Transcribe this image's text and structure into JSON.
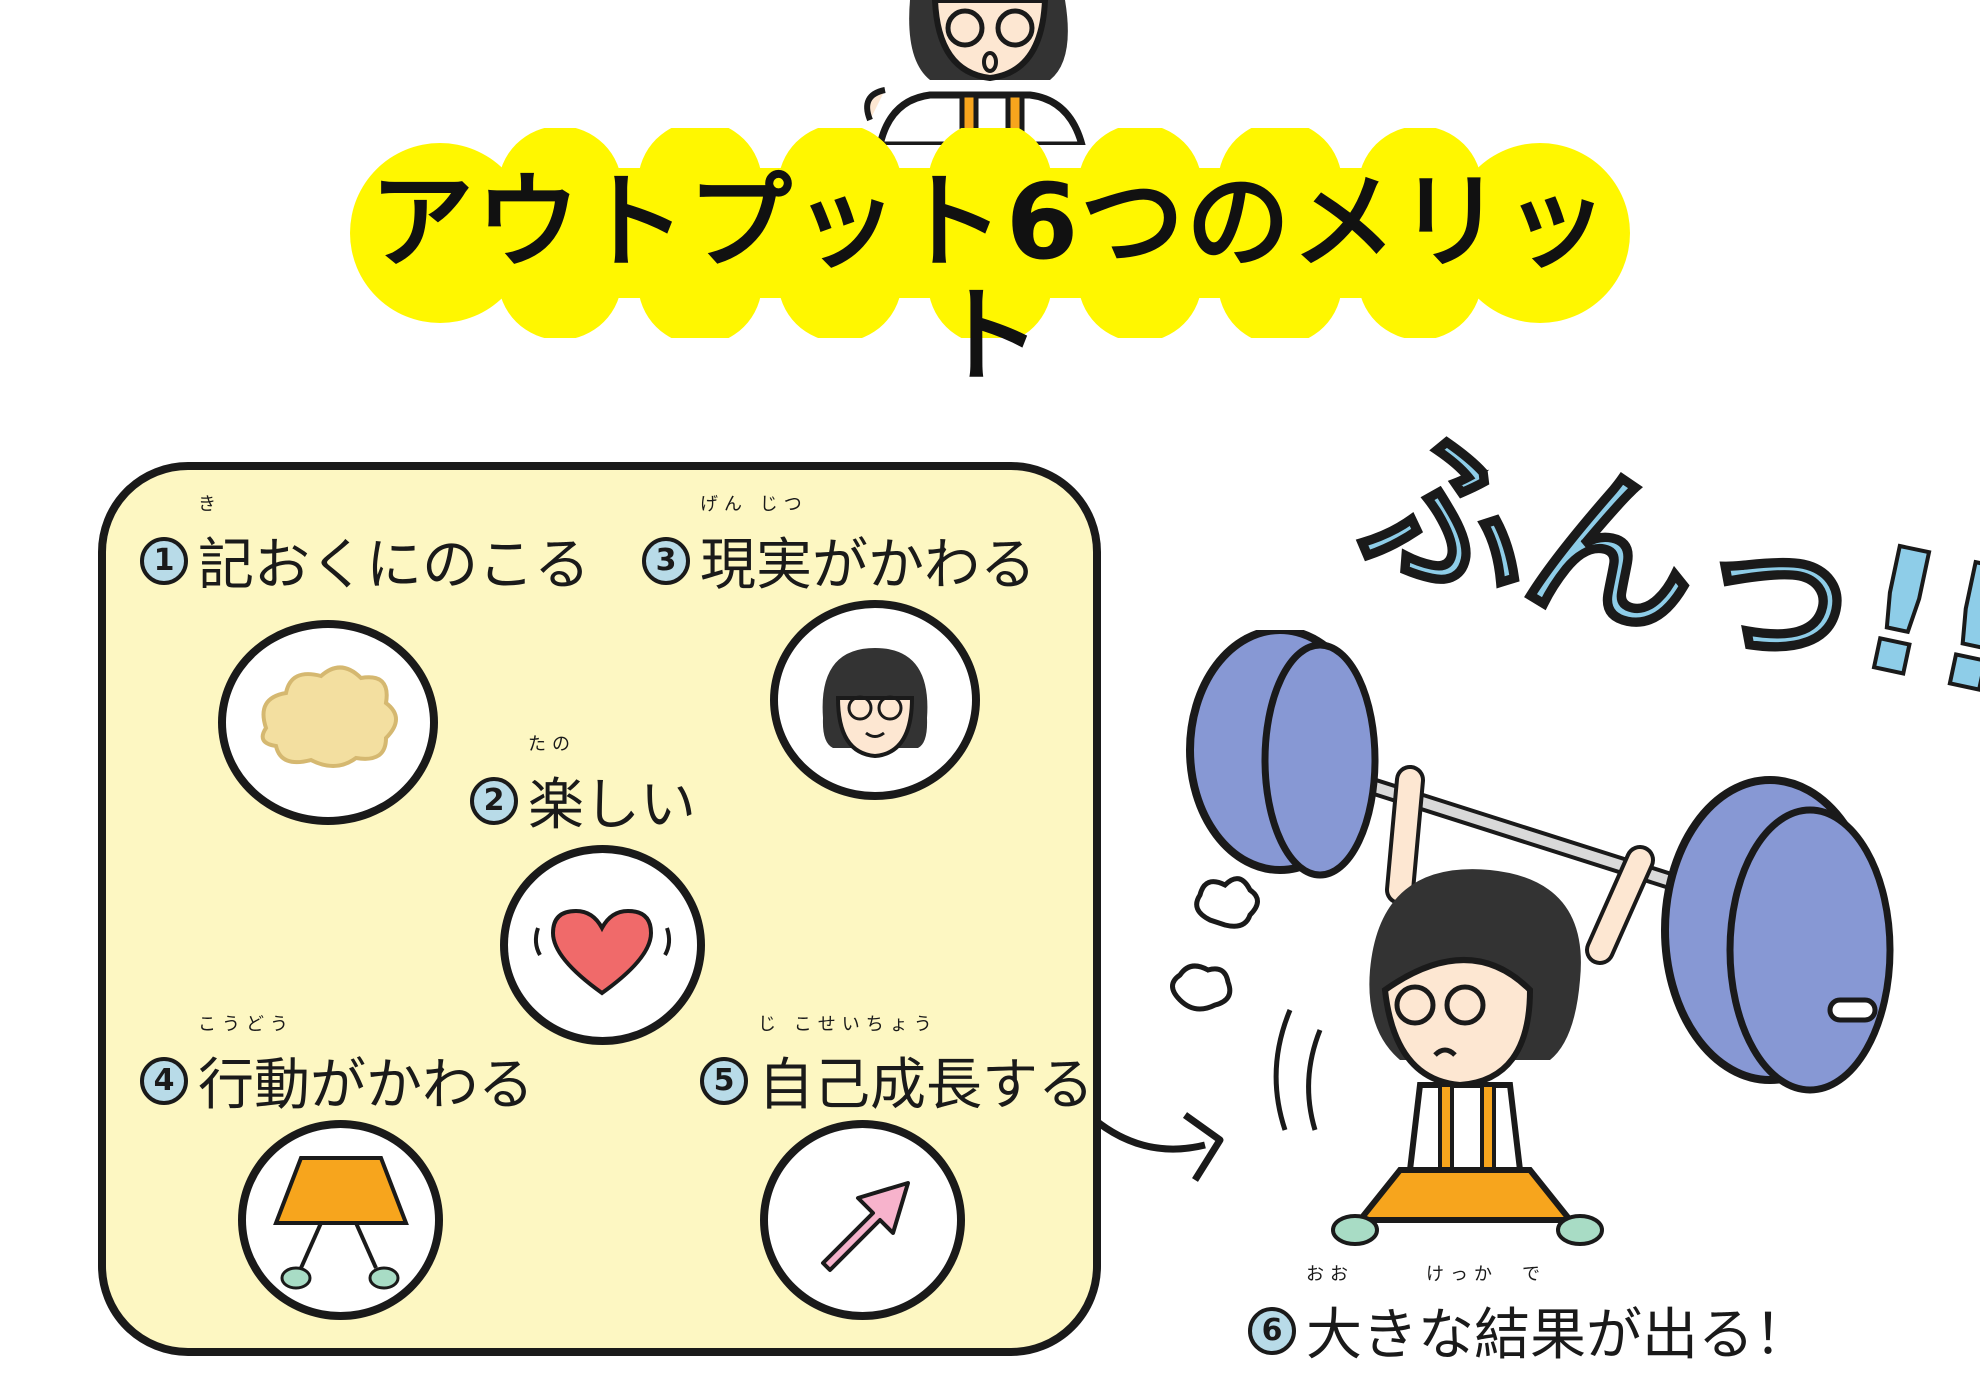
{
  "title": "アウトプット6つのメリット",
  "items": [
    {
      "num": "1",
      "label": "記おくにのこる",
      "ruby": "き"
    },
    {
      "num": "2",
      "label": "楽しい",
      "ruby": "たの"
    },
    {
      "num": "3",
      "label": "現実がかわる",
      "ruby": "げん じつ"
    },
    {
      "num": "4",
      "label": "行動がかわる",
      "ruby": "こうどう"
    },
    {
      "num": "5",
      "label": "自己成長する",
      "ruby": "じ こせいちょう"
    },
    {
      "num": "6",
      "label": "大きな結果が出る！",
      "ruby": "おお　　　けっか　で"
    }
  ],
  "sound_effect": "ふんっ!!",
  "colors": {
    "banner": "#fff700",
    "panel": "#fdf7c2",
    "accent_blue": "#8ecde8",
    "weight": "#8798d4",
    "orange": "#f7a51d",
    "heart": "#f06a6a",
    "arrow": "#f7b3cc"
  },
  "icons": [
    "character-head-icon",
    "brain-icon",
    "face-icon",
    "heart-icon",
    "legs-icon",
    "arrow-up-right-icon",
    "barbell-girl-illustration",
    "pointer-arrow-icon"
  ]
}
